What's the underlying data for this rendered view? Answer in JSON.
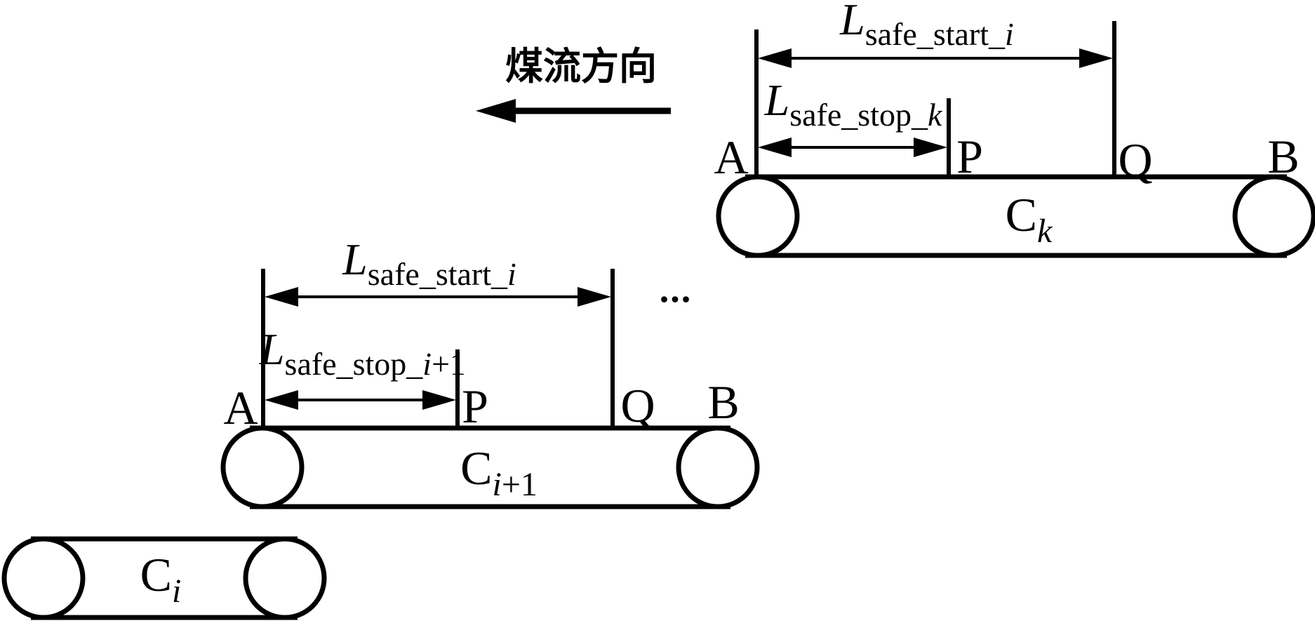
{
  "colors": {
    "ink": "#000000",
    "background": "#ffffff"
  },
  "flow_direction": {
    "label": "煤流方向"
  },
  "ellipsis": "...",
  "conveyor_ck": {
    "belt_label": {
      "main": "C",
      "sub": "k"
    },
    "points": {
      "a": "A",
      "p": "P",
      "q": "Q",
      "b": "B"
    },
    "dim_safe_start": {
      "symbol": "L",
      "subscript": "safe_start_",
      "index": "i"
    },
    "dim_safe_stop": {
      "symbol": "L",
      "subscript": "safe_stop_",
      "index": "k"
    }
  },
  "conveyor_ci_plus_1": {
    "belt_label": {
      "main": "C",
      "sub_index": "i",
      "sub_suffix": "+1"
    },
    "points": {
      "a": "A",
      "p": "P",
      "q": "Q",
      "b": "B"
    },
    "dim_safe_start": {
      "symbol": "L",
      "subscript": "safe_start_",
      "index": "i"
    },
    "dim_safe_stop": {
      "symbol": "L",
      "subscript": "safe_stop_",
      "index": "i",
      "index_suffix": "+1"
    }
  },
  "conveyor_ci": {
    "belt_label": {
      "main": "C",
      "sub": "i"
    }
  }
}
